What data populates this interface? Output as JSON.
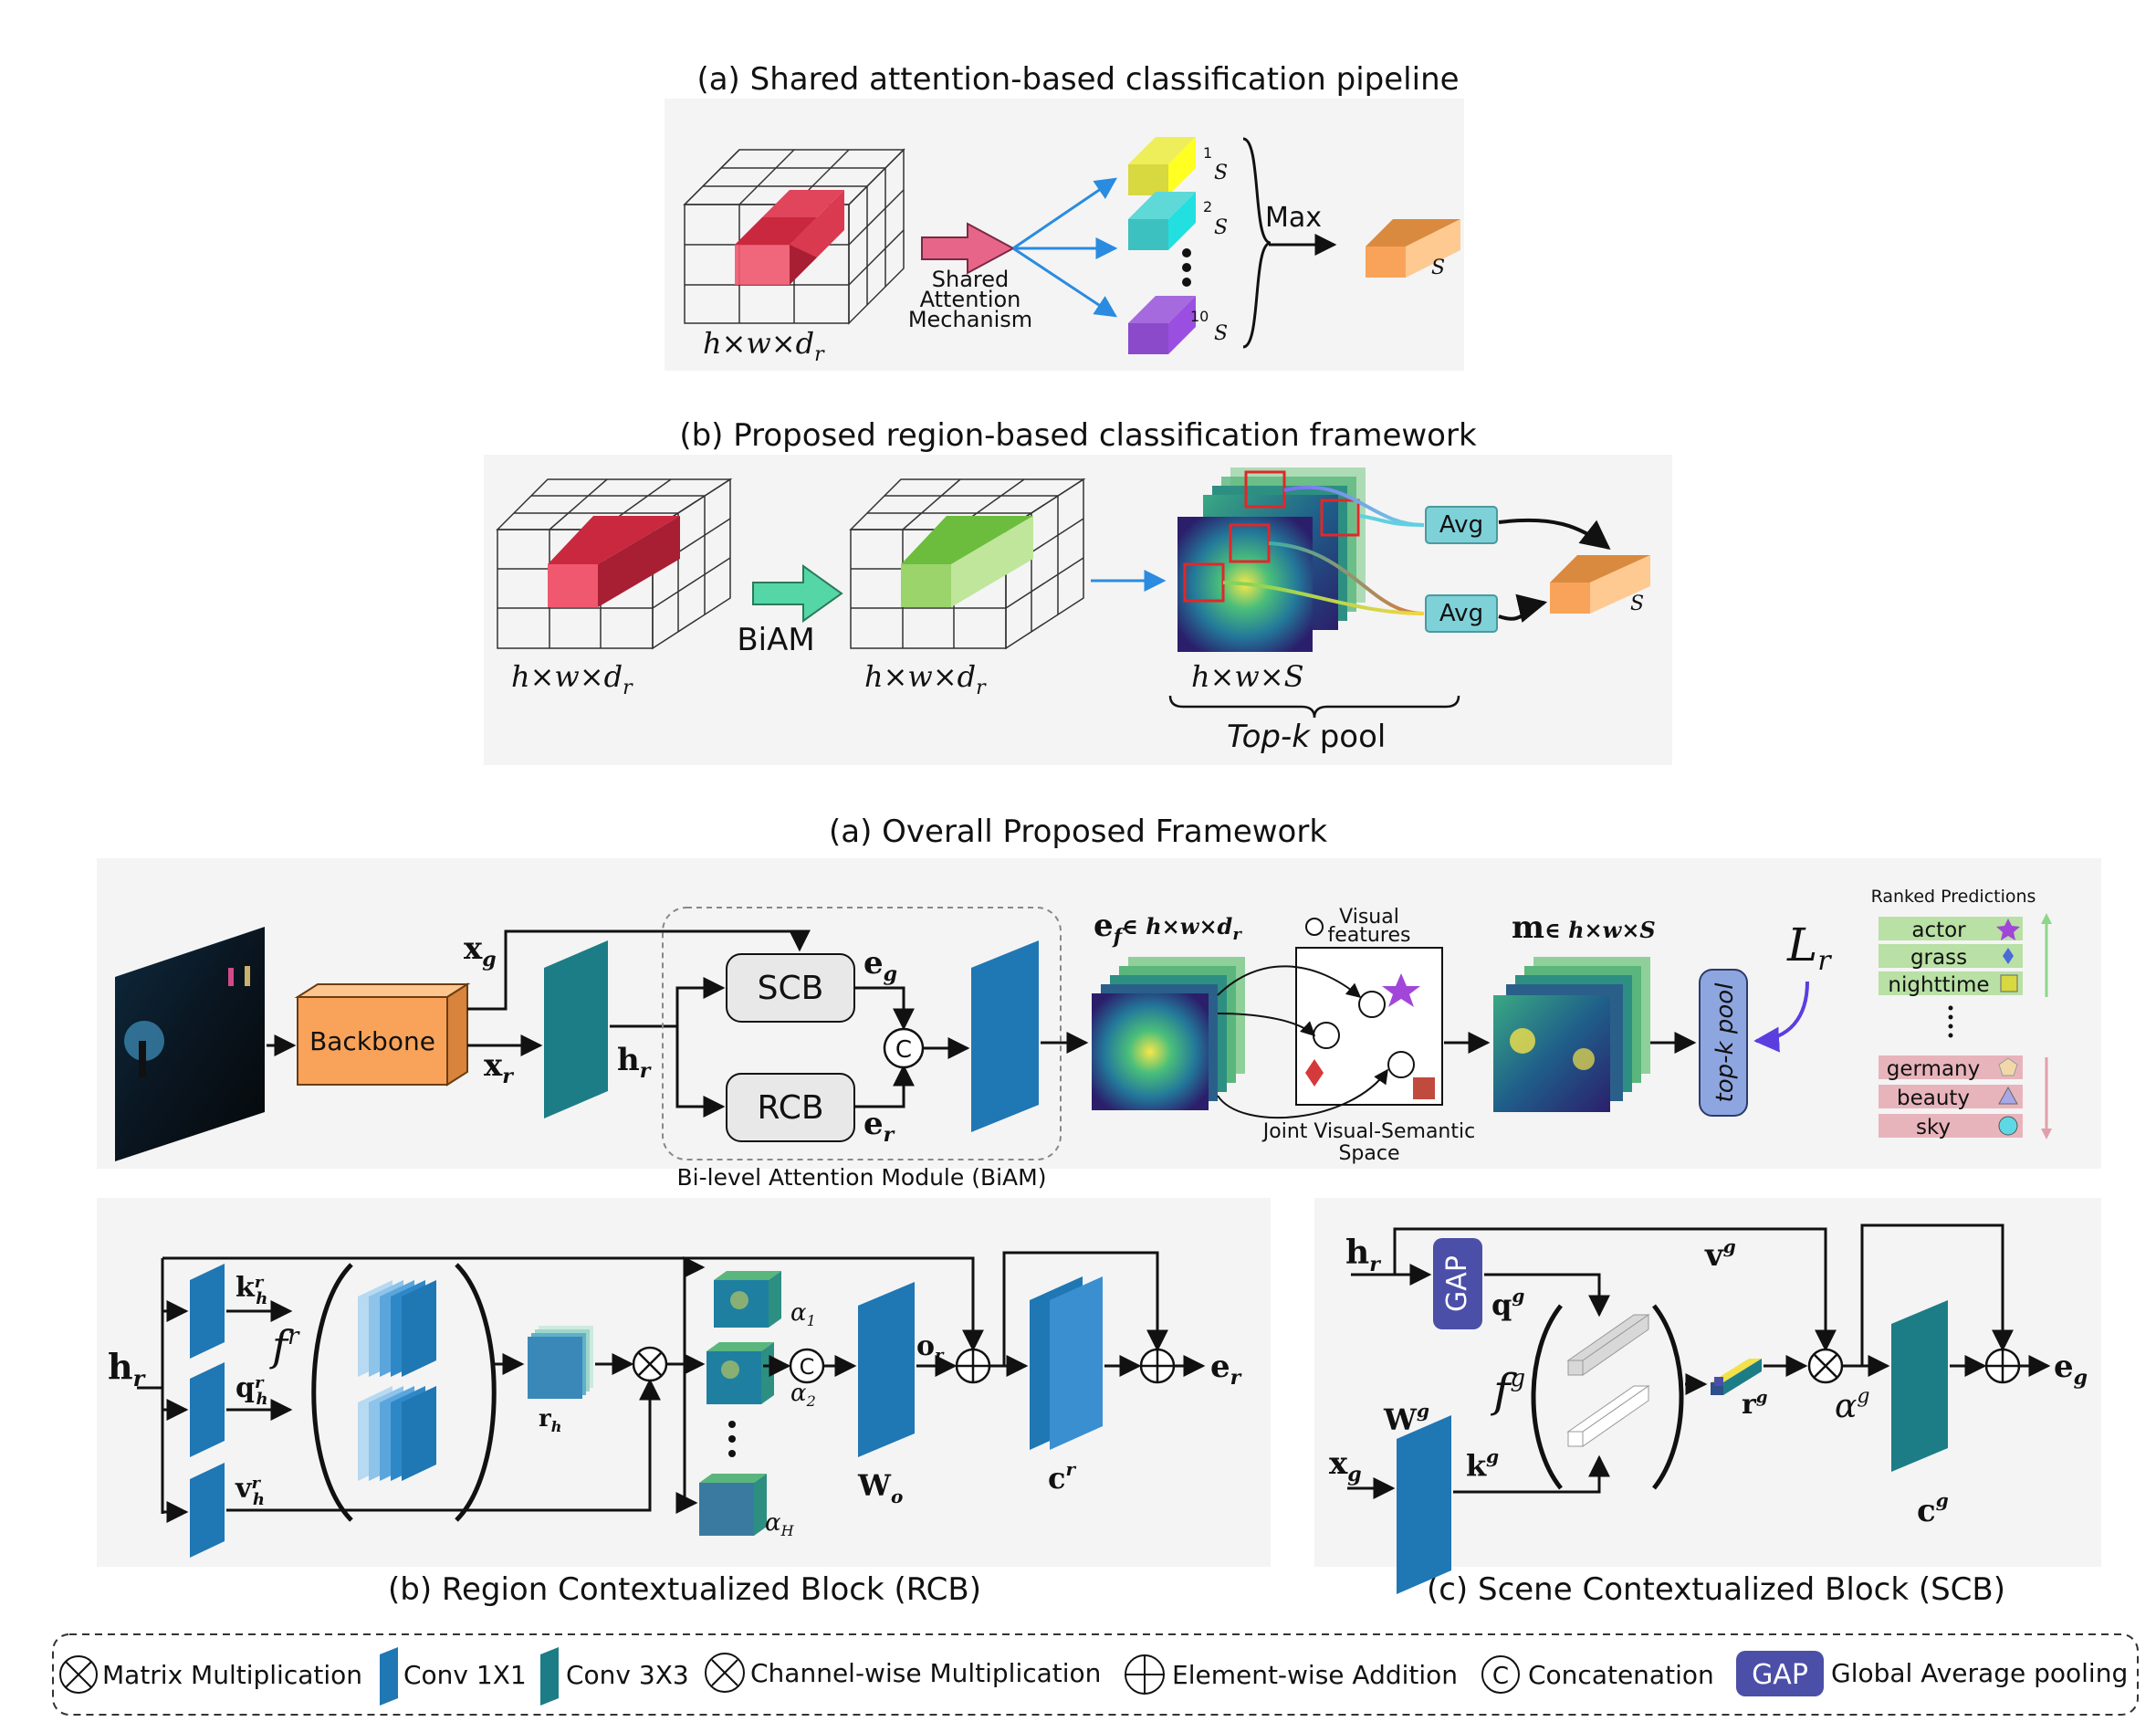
{
  "captions": {
    "top_a": "(a) Shared attention-based classification pipeline",
    "top_b": "(b) Proposed region-based classification framework",
    "mid_a": "(a) Overall Proposed Framework",
    "bot_b": "(b) Region Contextualized Block (RCB)",
    "bot_c": "(c) Scene Contextualized Block (SCB)"
  },
  "panel_a": {
    "dim_label": "h×w×d",
    "dim_sub": "r",
    "arrow_label": [
      "Shared",
      "Attention",
      "Mechanism"
    ],
    "branch_numbers": [
      "1",
      "2",
      "10"
    ],
    "s_label": "S",
    "max_label": "Max"
  },
  "panel_b": {
    "dim_label_1": "h×w×d",
    "dim_label_2": "h×w×d",
    "dim_sub": "r",
    "biam_label": "BiAM",
    "map_dim_label": "h×w×S",
    "avg_label": "Avg",
    "topk_italic": "Top-k",
    "topk_rest": " pool",
    "s_label": "S"
  },
  "framework": {
    "backbone_label": "Backbone",
    "xg": "x",
    "xg_sub": "g",
    "xr": "x",
    "xr_sub": "r",
    "hr": "h",
    "hr_sub": "r",
    "scb": "SCB",
    "rcb": "RCB",
    "eg": "e",
    "eg_sub": "g",
    "er": "e",
    "er_sub": "r",
    "concat": "C",
    "biam_caption": "Bi-level Attention Module (BiAM)",
    "ef_label": "e",
    "ef_sub": "f",
    "ef_dim": "∈ h×w×d",
    "ef_dim_sub": "r",
    "visual_features": [
      "Visual",
      "features"
    ],
    "joint_space": [
      "Joint Visual-Semantic",
      "Space"
    ],
    "m_label": "m",
    "m_dim": "∈ h×w×S",
    "topk_pool": "top-k pool",
    "loss_label": "L",
    "loss_sub": "r",
    "ranked_title": "Ranked Predictions",
    "ranked_top": [
      "actor",
      "grass",
      "nighttime"
    ],
    "ranked_bottom": [
      "germany",
      "beauty",
      "sky"
    ],
    "colors": {
      "backbone": "#f9a35a",
      "conv1x1": "#1f77b4",
      "conv3x3": "#1d7d86",
      "gap": "#4b4fa8",
      "topk": "#8ea6e0",
      "green_tag": "#b9e0a5",
      "red_tag": "#e8b4bc"
    }
  },
  "rcb": {
    "hr": "h",
    "hr_sub": "r",
    "k": "k",
    "q": "q",
    "v": "v",
    "head_sub": "h",
    "head_sup": "r",
    "f": "f",
    "f_sup": "r",
    "rh": "r",
    "rh_sub": "h",
    "alpha1": "α",
    "alpha1_sub": "1",
    "alpha2": "α",
    "alpha2_sub": "2",
    "alphaH": "α",
    "alphaH_sub": "H",
    "concat": "C",
    "o": "o",
    "o_sub": "r",
    "wo": "W",
    "wo_sub": "o",
    "c": "c",
    "c_sup": "r",
    "er": "e",
    "er_sub": "r"
  },
  "scb": {
    "hr": "h",
    "hr_sub": "r",
    "gap": "GAP",
    "q": "q",
    "q_sup": "g",
    "v": "v",
    "v_sup": "g",
    "f": "f",
    "f_sup": "g",
    "xg": "x",
    "xg_sub": "g",
    "w": "W",
    "w_sup": "g",
    "k": "k",
    "k_sup": "g",
    "r": "r",
    "r_sup": "g",
    "alpha": "α",
    "alpha_sup": "g",
    "c": "c",
    "c_sup": "g",
    "eg": "e",
    "eg_sub": "g"
  },
  "legend": {
    "matrix_mult": "Matrix Multiplication",
    "conv1x1": "Conv 1X1",
    "conv3x3": "Conv 3X3",
    "channel_mult": "Channel-wise Multiplication",
    "elem_add": "Element-wise Addition",
    "concat_symbol": "C",
    "concat": "Concatenation",
    "gap_symbol": "GAP",
    "gap": "Global Average pooling"
  }
}
